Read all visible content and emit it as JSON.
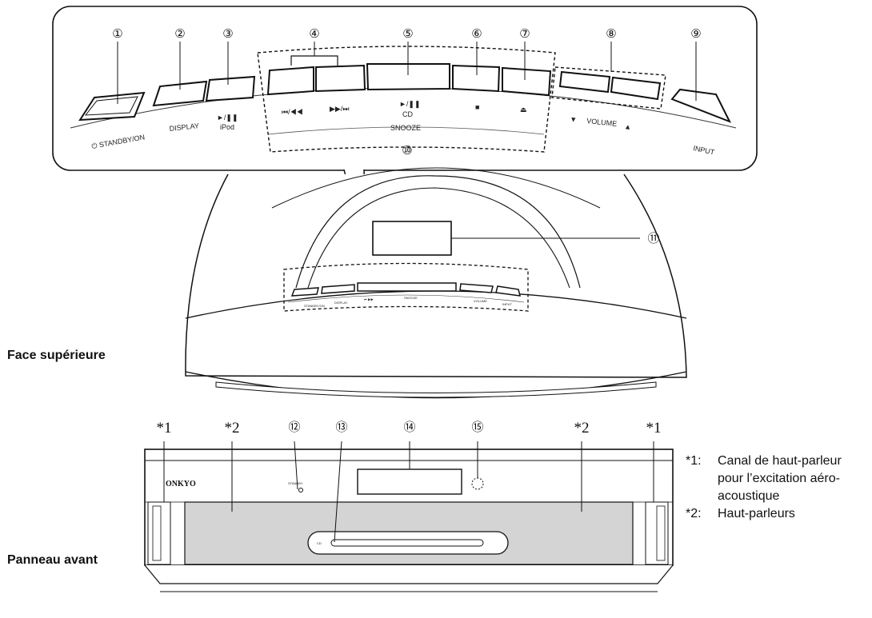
{
  "callouts": [
    "①",
    "②",
    "③",
    "④",
    "⑤",
    "⑥",
    "⑦",
    "⑧",
    "⑨",
    "⑩",
    "⑪",
    "⑫",
    "⑬",
    "⑭",
    "⑮"
  ],
  "top_panel": {
    "standby": "STANDBY/ON",
    "display": "DISPLAY",
    "ipod_symbol": "►/❚❚",
    "ipod": "iPod",
    "prev_symbol": "⏮/◀◀",
    "next_symbol": "▶▶/⏭",
    "cd_symbol": "►/❚❚",
    "cd": "CD",
    "stop_symbol": "■",
    "eject_symbol": "⏏",
    "volume_down": "▼",
    "volume": "VOLUME",
    "volume_up": "▲",
    "input": "INPUT",
    "snooze": "SNOOZE"
  },
  "sections": {
    "top": "Face supérieure",
    "front": "Panneau avant"
  },
  "front": {
    "brand": "ONKYO",
    "star1": "*1",
    "star2": "*2"
  },
  "notes": [
    {
      "key": "*1:",
      "text": "Canal de haut-parleur pour l’excitation aéro-acoustique"
    },
    {
      "key": "*2:",
      "text": "Haut-parleurs"
    }
  ]
}
